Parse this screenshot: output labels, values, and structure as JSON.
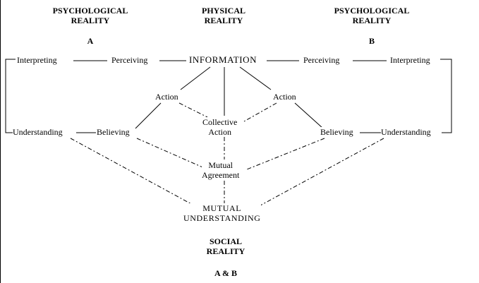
{
  "headings": {
    "psych_a": {
      "line1": "PSYCHOLOGICAL",
      "line2": "REALITY",
      "letter": "A"
    },
    "physical": {
      "line1": "PHYSICAL",
      "line2": "REALITY"
    },
    "psych_b": {
      "line1": "PSYCHOLOGICAL",
      "line2": "REALITY",
      "letter": "B"
    },
    "social": {
      "line1": "SOCIAL",
      "line2": "REALITY",
      "letter": "A & B"
    }
  },
  "nodes": {
    "information": "INFORMATION",
    "perceiving_a": "Perceiving",
    "interpreting_a": "Interpreting",
    "perceiving_b": "Perceiving",
    "interpreting_b": "Interpreting",
    "action_a": "Action",
    "action_b": "Action",
    "collective_action": {
      "line1": "Collective",
      "line2": "Action"
    },
    "believing_a": "Believing",
    "understanding_a": "Understanding",
    "believing_b": "Believing",
    "understanding_b": "Understanding",
    "mutual_agreement": {
      "line1": "Mutual",
      "line2": "Agreement"
    },
    "mutual_understanding": {
      "line1": "MUTUAL",
      "line2": "UNDERSTANDING"
    }
  }
}
